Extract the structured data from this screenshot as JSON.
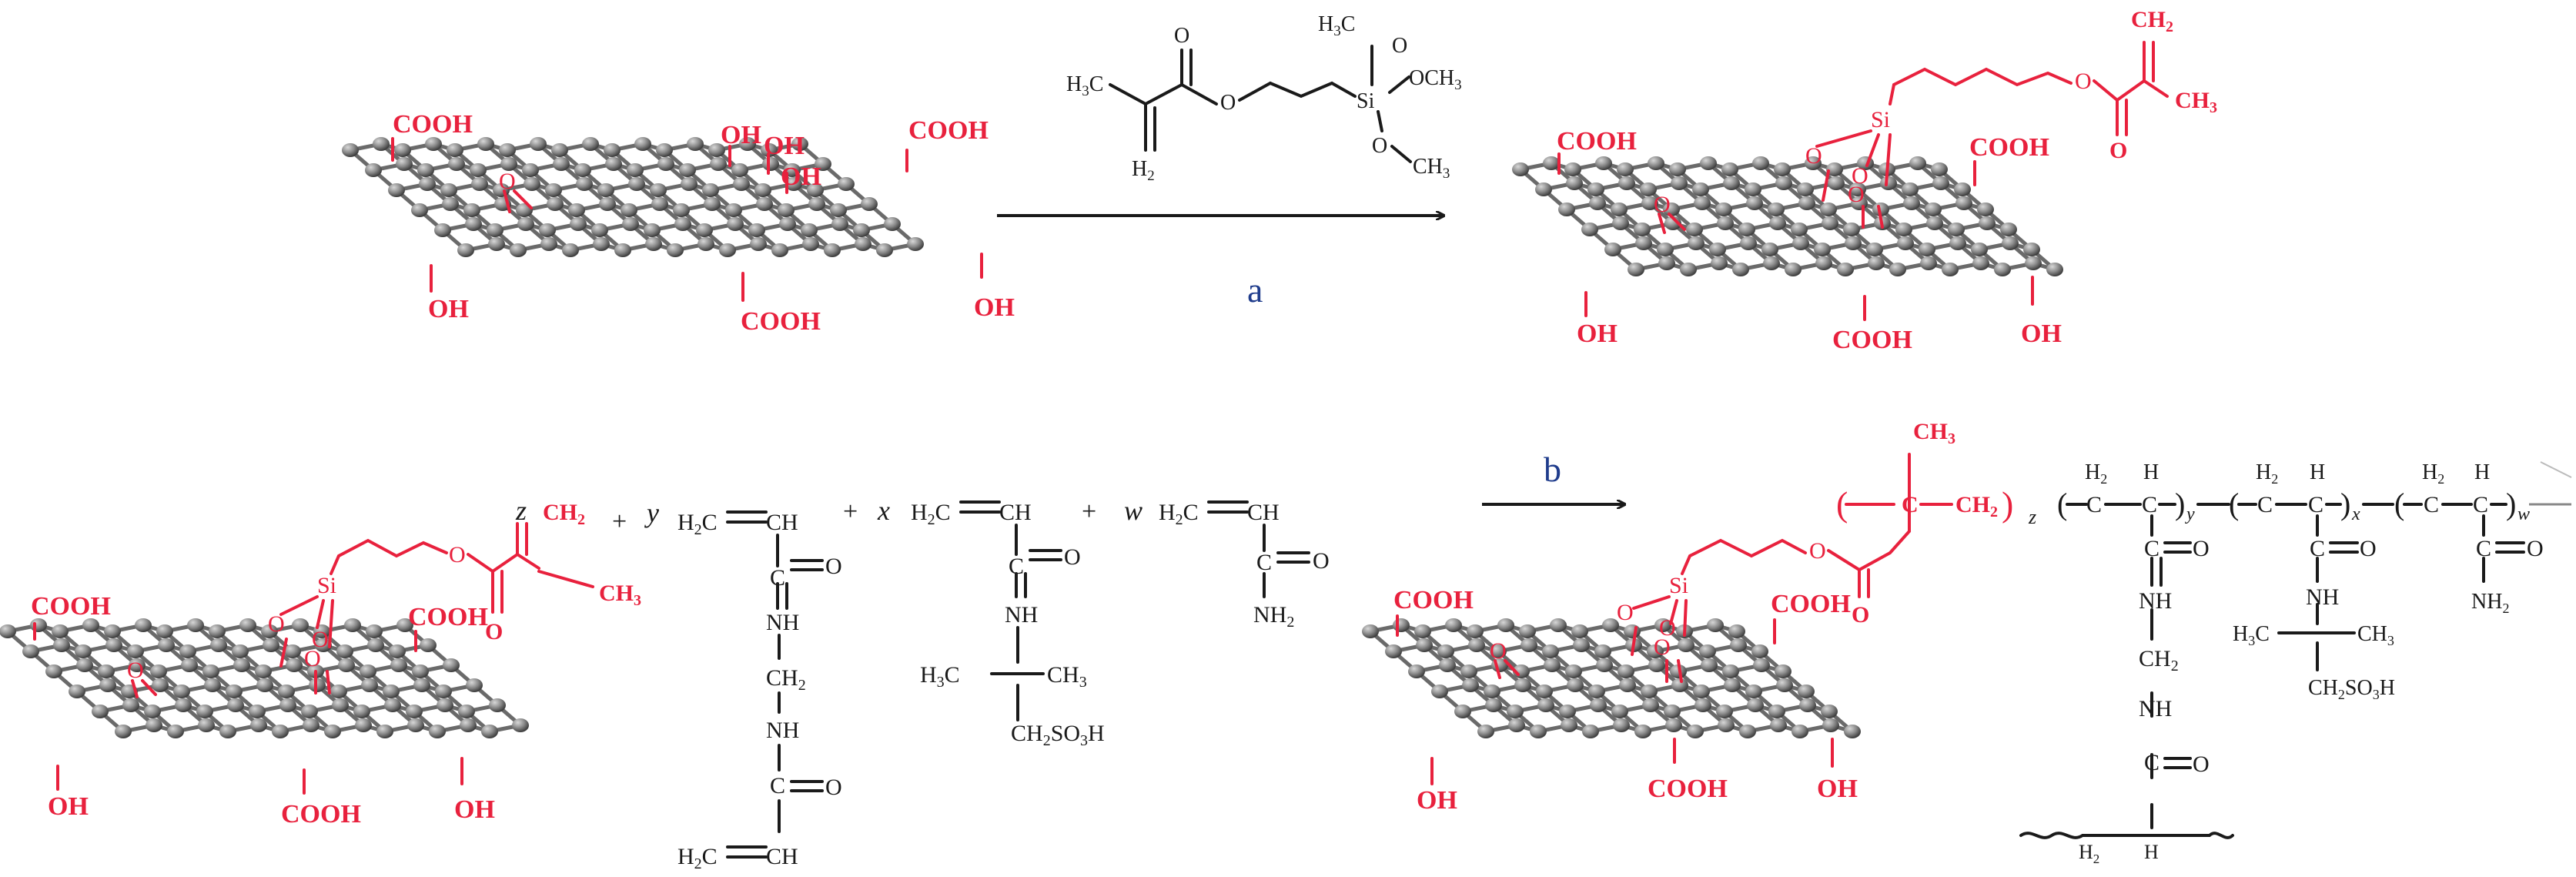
{
  "title": "",
  "groups": {
    "cooh": "COOH",
    "oh": "OH",
    "o": "O",
    "si": "Si"
  },
  "reagent": {
    "h3c": "H",
    "h3c_sub": "3",
    "h3c_c": "C",
    "ch2": "CH",
    "ch2_sub": "2",
    "o": "O",
    "si": "Si",
    "h3c_top": "H",
    "h3c_top_sub": "3",
    "h3c_top_c": "C",
    "och3": "OCH",
    "och3_sub": "3",
    "o_ch3": "O",
    "ch3": "CH",
    "ch3_sub": "3",
    "h2": "H",
    "h2_sub": "2"
  },
  "arrows": {
    "a_label": "a",
    "b_label": "b"
  },
  "mma": {
    "ch2": "CH",
    "ch2_sub": "2",
    "ch3": "CH",
    "ch3_sub": "3",
    "o": "O"
  },
  "monomers": {
    "z": "z",
    "y": "y",
    "x": "x",
    "w": "w",
    "plus": "+",
    "h2c": "H",
    "h2c_sub": "2",
    "h2c_c": "C",
    "ch": "CH",
    "c_eq_o": "C",
    "eq_o": "O",
    "nh": "NH",
    "ch2": "CH",
    "ch2_sub": "2",
    "nh2": "NH",
    "nh2_sub": "2",
    "h3c_c": "H",
    "h3c_c_sub": "3",
    "h3c_c_tail": "C",
    "ch3": "CH",
    "ch3_sub": "3",
    "ch2so3h_a": "CH",
    "ch2so3h_sub1": "2",
    "ch2so3h_b": "SO",
    "ch2so3h_sub2": "3",
    "ch2so3h_c": "H"
  },
  "product": {
    "ch3": "CH",
    "ch3_sub": "3",
    "c": "C",
    "ch2": "CH",
    "ch2_sub": "2",
    "h2": "H",
    "h2_sub": "2",
    "h": "H",
    "o": "O"
  }
}
